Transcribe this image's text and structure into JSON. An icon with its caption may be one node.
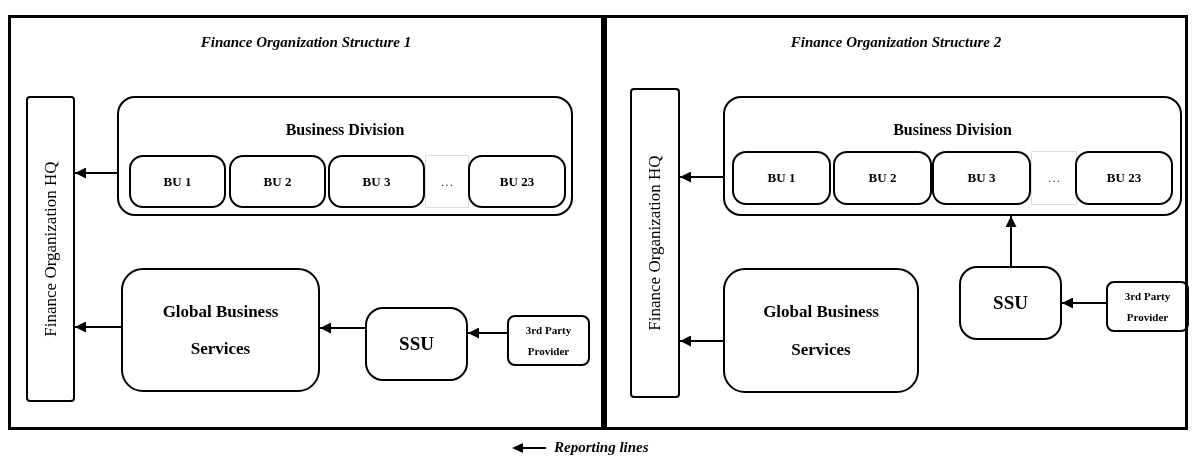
{
  "diagram": {
    "nodes": [
      {
        "text": [
          "Finance Organization Structure 1"
        ]
      },
      {
        "text": [
          "Finance Organization HQ"
        ],
        "in": 0
      },
      {
        "text": [
          "Business Division"
        ],
        "in": 0
      },
      {
        "text": [
          "BU 1"
        ],
        "in": 2
      },
      {
        "text": [
          "BU 2"
        ],
        "in": 2
      },
      {
        "text": [
          "BU 3"
        ],
        "in": 2
      },
      {
        "text": [
          "…"
        ],
        "in": 2
      },
      {
        "text": [
          "BU 23"
        ],
        "in": 2
      },
      {
        "text": [
          "Global Business Services"
        ],
        "in": 0
      },
      {
        "text": [
          "SSU"
        ],
        "in": 0
      },
      {
        "text": [
          "3rd Party Provider"
        ],
        "in": 0
      },
      {
        "text": [
          "Finance Organization Structure 2"
        ]
      },
      {
        "text": [
          "Finance Organization HQ"
        ],
        "in": 11
      },
      {
        "text": [
          "Business Division"
        ],
        "in": 11
      },
      {
        "text": [
          "BU 1"
        ],
        "in": 13
      },
      {
        "text": [
          "BU 2"
        ],
        "in": 13
      },
      {
        "text": [
          "BU 3"
        ],
        "in": 13
      },
      {
        "text": [
          "…"
        ],
        "in": 13
      },
      {
        "text": [
          "BU 23"
        ],
        "in": 13
      },
      {
        "text": [
          "Global Business Services"
        ],
        "in": 11
      },
      {
        "text": [
          "SSU"
        ],
        "in": 11
      },
      {
        "text": [
          "3rd Party Provider"
        ],
        "in": 11
      }
    ],
    "edges": [
      {
        "from": 2,
        "to": 1,
        "arrow": "to"
      },
      {
        "from": 8,
        "to": 1,
        "arrow": "to"
      },
      {
        "from": 9,
        "to": 8,
        "arrow": "to"
      },
      {
        "from": 10,
        "to": 9,
        "arrow": "to"
      },
      {
        "from": 13,
        "to": 12,
        "arrow": "to"
      },
      {
        "from": 19,
        "to": 12,
        "arrow": "to"
      },
      {
        "from": 20,
        "to": 13,
        "arrow": "to"
      },
      {
        "from": 21,
        "to": 20,
        "arrow": "to"
      }
    ],
    "legend": [
      {
        "text": "Reporting lines"
      }
    ]
  }
}
